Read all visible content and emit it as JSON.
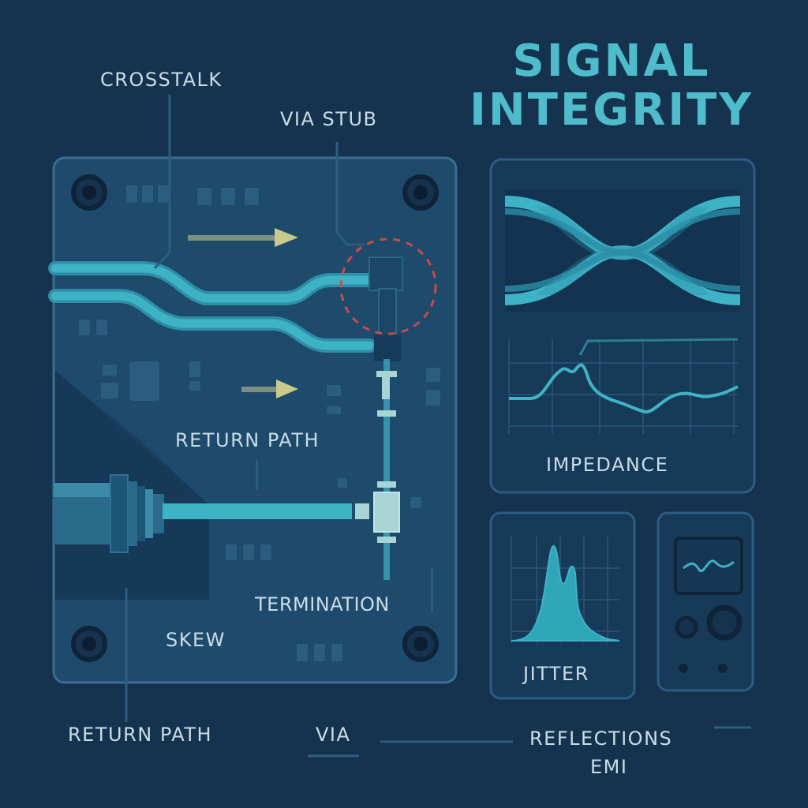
{
  "title": {
    "line1": "SIGNAL",
    "line2": "INTEGRITY"
  },
  "labels": {
    "crosstalk": "CROSSTALK",
    "via_stub": "VIA STUB",
    "return_path_board": "RETURN PATH",
    "termination": "TERMINATION",
    "skew": "SKEW",
    "impedance": "IMPEDANCE",
    "jitter": "JITTER",
    "return_path_bottom": "RETURN PATH",
    "via": "VIA",
    "reflections": "REFLECTIONS",
    "emi": "EMI"
  },
  "colors": {
    "background": "#15324f",
    "board": "#1e4a6c",
    "trace": "#3fb3c6",
    "accent_title": "#4fbccb",
    "arrow": "#c8c98a",
    "stub_circle": "#c74b4b",
    "label_text": "#c9dde8"
  },
  "icons": [
    "arrow-right-icon",
    "mounting-hole-icon",
    "coax-connector-icon",
    "oscilloscope-icon",
    "eye-diagram-icon"
  ]
}
